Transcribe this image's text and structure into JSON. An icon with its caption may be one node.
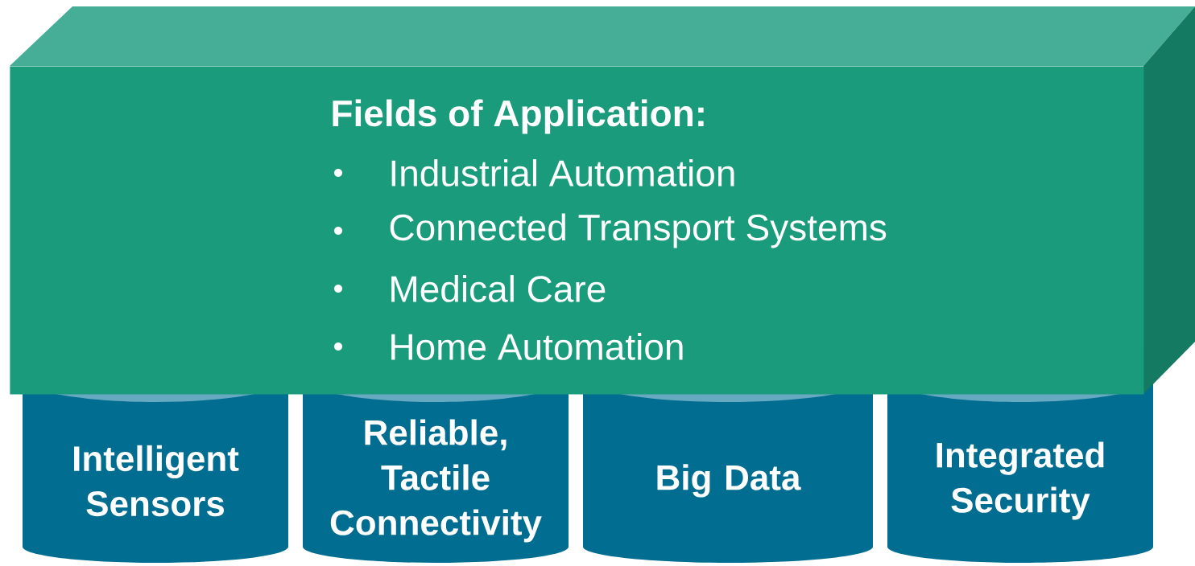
{
  "diagram": {
    "nodes": [
      {
        "text": [
          "Fields of Application:",
          "Industrial Automation",
          "Connected Transport Systems",
          "Medical Care",
          "Home Automation"
        ]
      },
      {
        "text": [
          "Intelligent Sensors"
        ]
      },
      {
        "text": [
          "Reliable, Tactile Connectivity"
        ]
      },
      {
        "text": [
          "Big Data"
        ]
      },
      {
        "text": [
          "Integrated Security"
        ]
      }
    ]
  }
}
